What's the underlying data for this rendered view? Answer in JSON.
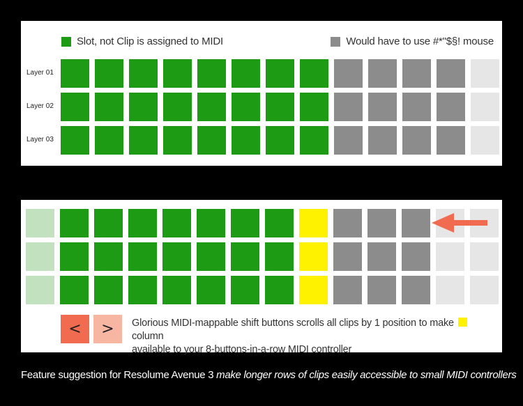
{
  "colors": {
    "green": "#1e9b14",
    "gray": "#8c8c8c",
    "light_gray": "#e6e6e6",
    "pale_green": "#c1e1bf",
    "yellow": "#fff200",
    "left_button": "#f06b50",
    "right_button": "#f7b6a2",
    "arrow": "#f06b50"
  },
  "legend": {
    "slot_label": "Slot, not Clip is assigned to MIDI",
    "mouse_label": "Would have to use #*\"$§! mouse"
  },
  "layers": [
    "Layer 01",
    "Layer 02",
    "Layer 03"
  ],
  "top_grid_row": [
    "green",
    "green",
    "green",
    "green",
    "green",
    "green",
    "green",
    "green",
    "gray",
    "gray",
    "gray",
    "gray",
    "light_gray"
  ],
  "bottom_grid_row": [
    "pale_green",
    "green",
    "green",
    "green",
    "green",
    "green",
    "green",
    "green",
    "yellow",
    "gray",
    "gray",
    "gray",
    "light_gray",
    "light_gray"
  ],
  "shift_buttons": {
    "left": "<",
    "right": ">"
  },
  "description": {
    "part1": "Glorious MIDI-mappable shift buttons scrolls all clips by 1 position to make",
    "part2": "column",
    "line2": "available to your 8-buttons-in-a-row MIDI controller"
  },
  "caption": {
    "plain": "Feature suggestion for Resolume Avenue 3",
    "italic": "make longer rows of clips easily accessible to small MIDI controllers"
  }
}
